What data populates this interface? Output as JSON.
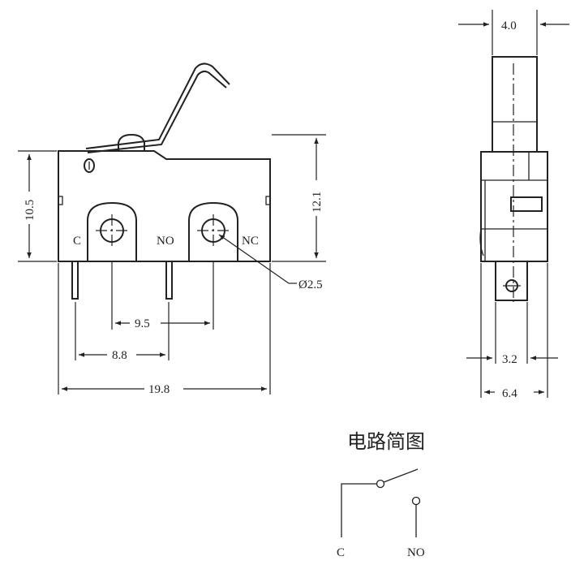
{
  "front_view": {
    "label_c": "C",
    "label_no": "NO",
    "label_nc": "NC",
    "dim_height_body": "10.5",
    "dim_height_total": "12.1",
    "dim_hole_dia": "Ø2.5",
    "dim_hole_spacing": "9.5",
    "dim_pin_spacing": "8.8",
    "dim_length": "19.8"
  },
  "side_view": {
    "dim_top_width": "4.0",
    "dim_terminal_width": "3.2",
    "dim_body_width": "6.4"
  },
  "circuit": {
    "title": "电路简图",
    "label_c": "C",
    "label_no": "NO"
  }
}
